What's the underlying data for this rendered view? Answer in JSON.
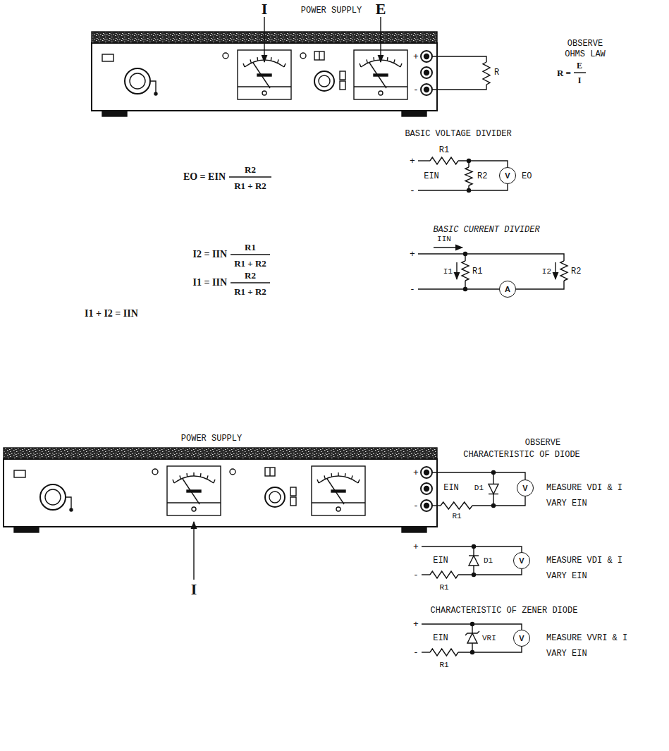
{
  "diagram": {
    "nodes": [
      {
        "text": [
          "V"
        ]
      },
      {
        "text": [
          "A"
        ]
      },
      {
        "text": [
          "V"
        ]
      },
      {
        "text": [
          "V"
        ]
      },
      {
        "text": [
          "V"
        ]
      }
    ],
    "labels": [
      "I",
      "POWER SUPPLY",
      "E",
      "+",
      "-",
      "R",
      "OBSERVE",
      "OHMS LAW",
      "R =",
      "E",
      "I",
      "BASIC VOLTAGE DIVIDER",
      "EO = EIN",
      "R2",
      "R1 + R2",
      "R1",
      "+",
      "EIN",
      "R2",
      "EO",
      "-",
      "BASIC CURRENT DIVIDER",
      "IIN",
      "+",
      "I1",
      "R1",
      "I2",
      "R2",
      "-",
      "I2 = IIN",
      "R1",
      "R1 + R2",
      "I1 = IIN",
      "R2",
      "R1 + R2",
      "I1 + I2 = IIN",
      "POWER SUPPLY",
      "I",
      "+",
      "-",
      "OBSERVE",
      "CHARACTERISTIC OF DIODE",
      "EIN",
      "D1",
      "R1",
      "MEASURE VDI & I",
      "VARY EIN",
      "+",
      "EIN",
      "D1",
      "-",
      "R1",
      "MEASURE VDI & I",
      "VARY EIN",
      "CHARACTERISTIC OF ZENER DIODE",
      "+",
      "EIN",
      "VRI",
      "-",
      "R1",
      "MEASURE VVRI & I",
      "VARY EIN"
    ]
  }
}
